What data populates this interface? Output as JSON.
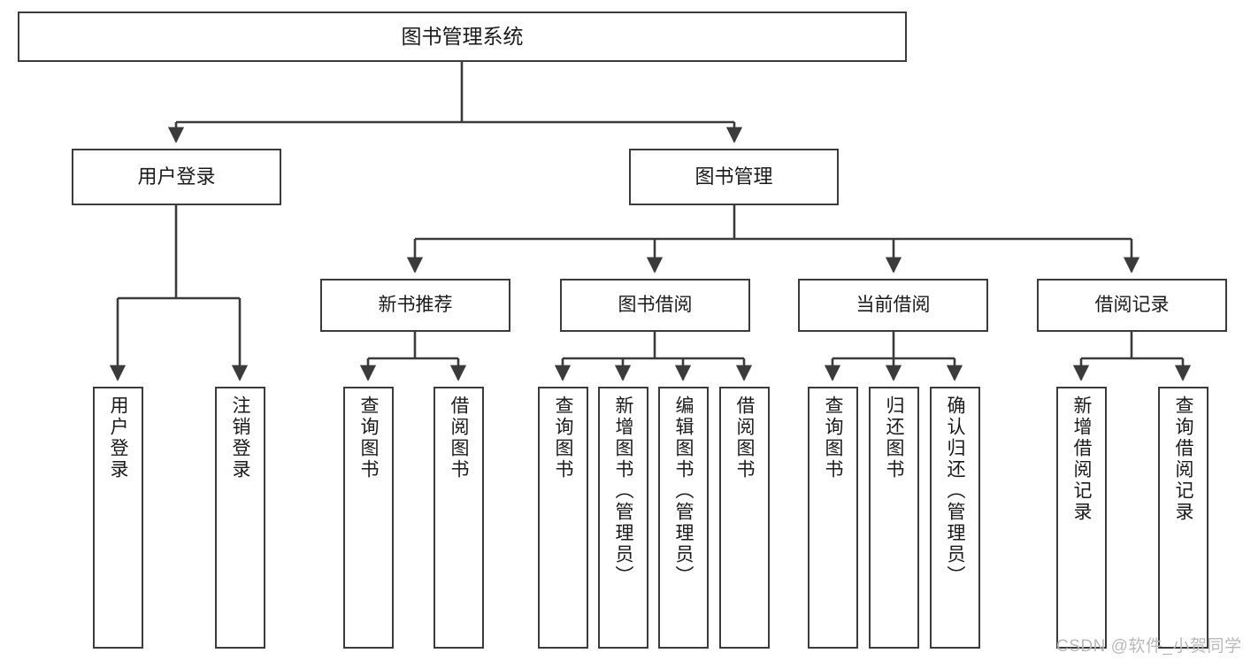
{
  "diagram": {
    "type": "hierarchy-tree",
    "title_node": {
      "label": "图书管理系统"
    },
    "level2": [
      {
        "label": "用户登录"
      },
      {
        "label": "图书管理"
      }
    ],
    "level3": [
      {
        "label": "新书推荐"
      },
      {
        "label": "图书借阅"
      },
      {
        "label": "当前借阅"
      },
      {
        "label": "借阅记录"
      }
    ],
    "leaves": {
      "user_login": [
        {
          "label": "用户登录"
        },
        {
          "label": "注销登录"
        }
      ],
      "new_book_recommend": [
        {
          "label": "查询图书"
        },
        {
          "label": "借阅图书"
        }
      ],
      "book_borrow": [
        {
          "label": "查询图书"
        },
        {
          "label": "新增图书（管理员）"
        },
        {
          "label": "编辑图书（管理员）"
        },
        {
          "label": "借阅图书"
        }
      ],
      "current_borrow": [
        {
          "label": "查询图书"
        },
        {
          "label": "归还图书"
        },
        {
          "label": "确认归还（管理员）"
        }
      ],
      "borrow_record": [
        {
          "label": "新增借阅记录"
        },
        {
          "label": "查询借阅记录"
        }
      ]
    }
  },
  "watermark": {
    "text": "CSDN @软件_小贺同学"
  },
  "colors": {
    "stroke": "#3b3b3b",
    "fill": "#ffffff",
    "text": "#1a1a1a",
    "watermark": "#b9b9b9"
  }
}
